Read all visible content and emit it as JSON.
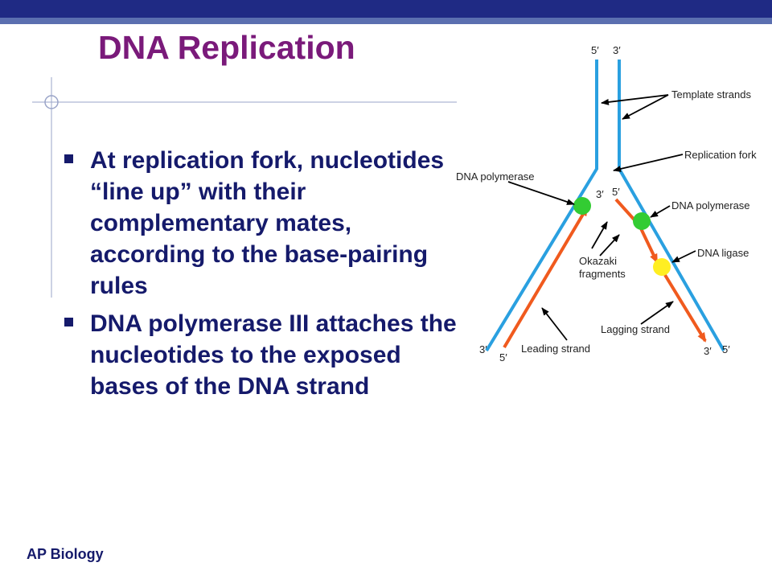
{
  "slide": {
    "title": "DNA Replication",
    "bullets": [
      "At replication fork, nucleotides “line up” with their complementary mates, according to the base-pairing rules",
      "DNA polymerase III attaches the nucleotides to the exposed bases of the DNA strand"
    ],
    "footer": "AP Biology"
  },
  "diagram": {
    "labels": {
      "top_5prime": "5′",
      "top_3prime": "3′",
      "template_strands": "Template strands",
      "replication_fork": "Replication fork",
      "dna_polymerase_left": "DNA polymerase",
      "dna_polymerase_right": "DNA polymerase",
      "dna_ligase": "DNA ligase",
      "okazaki_line1": "Okazaki",
      "okazaki_line2": "fragments",
      "lagging_strand": "Lagging strand",
      "leading_strand": "Leading strand",
      "mid_3prime_left": "3′",
      "mid_5prime_right": "5′",
      "bottom_3prime_left": "3′",
      "bottom_5prime_left": "5′",
      "bottom_3prime_right": "3′",
      "bottom_5prime_right": "5′"
    },
    "colors": {
      "template": "#2aa0e0",
      "new_strand": "#f05a1e",
      "polymerase": "#33cc33",
      "ligase": "#ffee22"
    }
  }
}
